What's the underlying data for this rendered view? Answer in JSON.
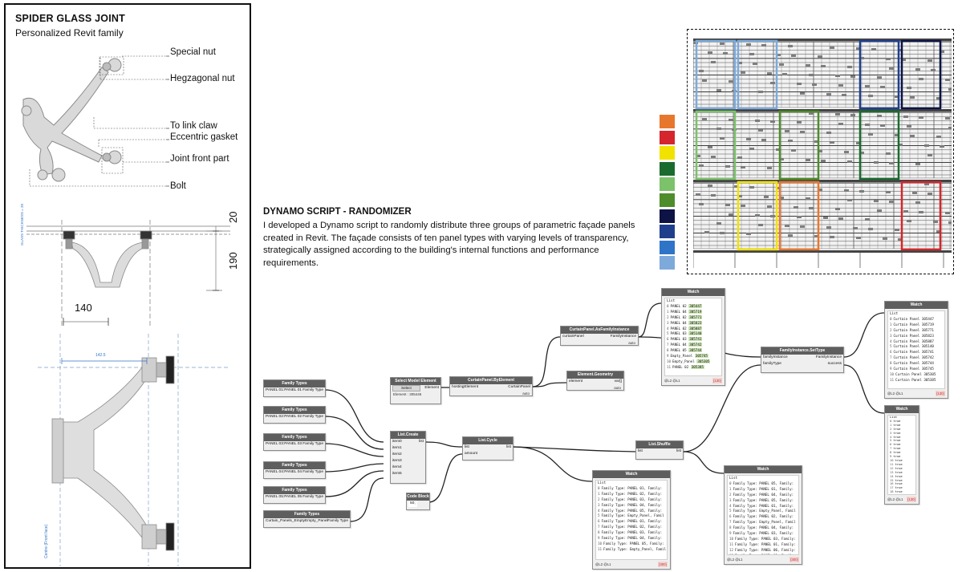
{
  "joint_panel": {
    "title": "SPIDER GLASS JOINT",
    "subtitle": "Personalized Revit family",
    "labels": {
      "special_nut": "Special nut",
      "hex_nut": "Hegzagonal nut",
      "link_claw": "To link claw",
      "gasket": "Eccentric gasket",
      "front_part": "Joint front part",
      "bolt": "Bolt"
    },
    "dims": {
      "d20": "20",
      "d190": "190",
      "d140": "140",
      "d142": "142.5",
      "glass_label": "GLASS THICKNESS = 20",
      "centre_label": "Centre (Front face)"
    }
  },
  "script": {
    "title": "DYNAMO SCRIPT - RANDOMIZER",
    "description": "I developed a Dynamo script to randomly distribute three groups of parametric façade panels created in Revit. The façade consists of ten panel types with varying levels of transparency, strategically assigned according to the building's internal functions and performance requirements."
  },
  "legend_colors": [
    "#e8772e",
    "#d4262c",
    "#f2e200",
    "#1b6b2e",
    "#7cc26a",
    "#4e8c2c",
    "#0d1344",
    "#1f3f8c",
    "#2f74c7",
    "#7eaadb"
  ],
  "facade_highlights": {
    "row1": [
      "#7eaadb",
      "#7eaadb",
      "#1f3f8c",
      "#0d1344"
    ],
    "row2": [
      "#7cc26a",
      "#4e8c2c",
      "#1b6b2e"
    ],
    "row3": [
      "#f2e200",
      "#e8772e",
      "#d4262c"
    ]
  },
  "nodes": {
    "family_types": [
      {
        "title": "Family Types",
        "value": "PANEL 01:PANEL 01",
        "out": "Family Type"
      },
      {
        "title": "Family Types",
        "value": "PANEL 02:PANEL 02",
        "out": "Family Type"
      },
      {
        "title": "Family Types",
        "value": "PANEL 03:PANEL 03",
        "out": "Family Type"
      },
      {
        "title": "Family Types",
        "value": "PANEL 04:PANEL 04",
        "out": "Family Type"
      },
      {
        "title": "Family Types",
        "value": "PANEL 05:PANEL 05",
        "out": "Family Type"
      },
      {
        "title": "Family Types",
        "value": "Curtain_Panels_EmptyEmpty_Panel",
        "out": "Family Type"
      }
    ],
    "list_create": {
      "title": "List.Create",
      "inputs": [
        "item0",
        "item1",
        "item2",
        "item3",
        "item4",
        "item5"
      ],
      "out": "list"
    },
    "code_block": {
      "title": "Code Block",
      "text": "50;"
    },
    "list_cycle": {
      "title": "List.Cycle",
      "inputs": [
        "list",
        "amount"
      ],
      "out": "list"
    },
    "list_shuffle": {
      "title": "List.Shuffle",
      "inputs": [
        "list"
      ],
      "out": "list"
    },
    "select_model": {
      "title": "Select Model Element",
      "button": "Select",
      "output": "Element : 305446",
      "out": "Element"
    },
    "by_element": {
      "title": "CurtainPanel.ByElement",
      "in": "hostingElement",
      "out": "CurtainPanel"
    },
    "as_family": {
      "title": "CurtainPanel.AsFamilyInstance",
      "in": "curtainPanel",
      "out": "FamilyInstance"
    },
    "geometry": {
      "title": "Element.Geometry",
      "in": "element",
      "out": "var[]"
    },
    "set_type": {
      "title": "FamilyInstance.SetType",
      "inputs": [
        "familyInstance",
        "familyType"
      ],
      "outs": [
        "FamilyInstance",
        "success"
      ]
    },
    "auto": "auto"
  },
  "watches": {
    "ids": {
      "title": "Watch",
      "rows": [
        [
          "PANEL 02",
          "305447"
        ],
        [
          "PANEL 04",
          "305719"
        ],
        [
          "PANEL 02",
          "305771"
        ],
        [
          "PANEL 04",
          "305823"
        ],
        [
          "PANEL 02",
          "305887"
        ],
        [
          "PANEL 03",
          "305140"
        ],
        [
          "PANEL 03",
          "305741"
        ],
        [
          "PANEL 04",
          "305742"
        ],
        [
          "PANEL 05",
          "305744"
        ],
        [
          "Empty_Panel",
          "305745"
        ],
        [
          "Empty_Panel",
          "305305"
        ],
        [
          "PANEL 02",
          "305385"
        ]
      ],
      "footer_left": "@L2 @L1",
      "footer_right": "{130}"
    },
    "families": {
      "title": "Watch",
      "rows": [
        "Curtain Panel 305447",
        "Curtain Panel 305719",
        "Curtain Panel 305771",
        "Curtain Panel 305823",
        "Curtain Panel 305887",
        "Curtain Panel 305140",
        "Curtain Panel 305741",
        "Curtain Panel 305742",
        "Curtain Panel 305744",
        "Curtain Panel 305745",
        "Curtain Panel 305305",
        "Curtain Panel 305385"
      ],
      "footer_left": "@L2 @L1",
      "footer_right": "{130}"
    },
    "bools": {
      "title": "Watch",
      "rows": [
        "true",
        "true",
        "true",
        "true",
        "true",
        "true",
        "true",
        "true",
        "true",
        "true",
        "true",
        "true",
        "true",
        "true",
        "true",
        "true",
        "true",
        "true",
        "true",
        "true"
      ],
      "footer_left": "@L2 @L1",
      "footer_right": "{130}"
    },
    "cycled": {
      "title": "Watch",
      "rows": [
        "Family Type: PANEL 01, Family:",
        "Family Type: PANEL 02, Family:",
        "Family Type: PANEL 03, Family:",
        "Family Type: PANEL 04, Family:",
        "Family Type: PANEL 05, Family:",
        "Family Type: Empty_Panel, Famil",
        "Family Type: PANEL 01, Family:",
        "Family Type: PANEL 02, Family:",
        "Family Type: PANEL 03, Family:",
        "Family Type: PANEL 04, Family:",
        "Family Type: PANEL 05, Family:",
        "Family Type: Empty_Panel, Famil"
      ],
      "footer_left": "@L2 @L1",
      "footer_right": "{300}"
    },
    "shuffled": {
      "title": "Watch",
      "rows": [
        "Family Type: PANEL 05, Family:",
        "Family Type: PANEL 01, Family:",
        "Family Type: PANEL 04, Family:",
        "Family Type: PANEL 05, Family:",
        "Family Type: PANEL 01, Family:",
        "Family Type: Empty_Panel, Famil",
        "Family Type: PANEL 02, Family:",
        "Family Type: Empty_Panel, Famil",
        "Family Type: PANEL 04, Family:",
        "Family Type: PANEL 03, Family:",
        "Family Type: PANEL 03, Family:",
        "Family Type: PANEL 01, Family:",
        "Family Type: PANEL 06, Family:",
        "Family Type: PANEL 01, Family:"
      ],
      "footer_left": "@L2 @L1",
      "footer_right": "{300}"
    }
  }
}
